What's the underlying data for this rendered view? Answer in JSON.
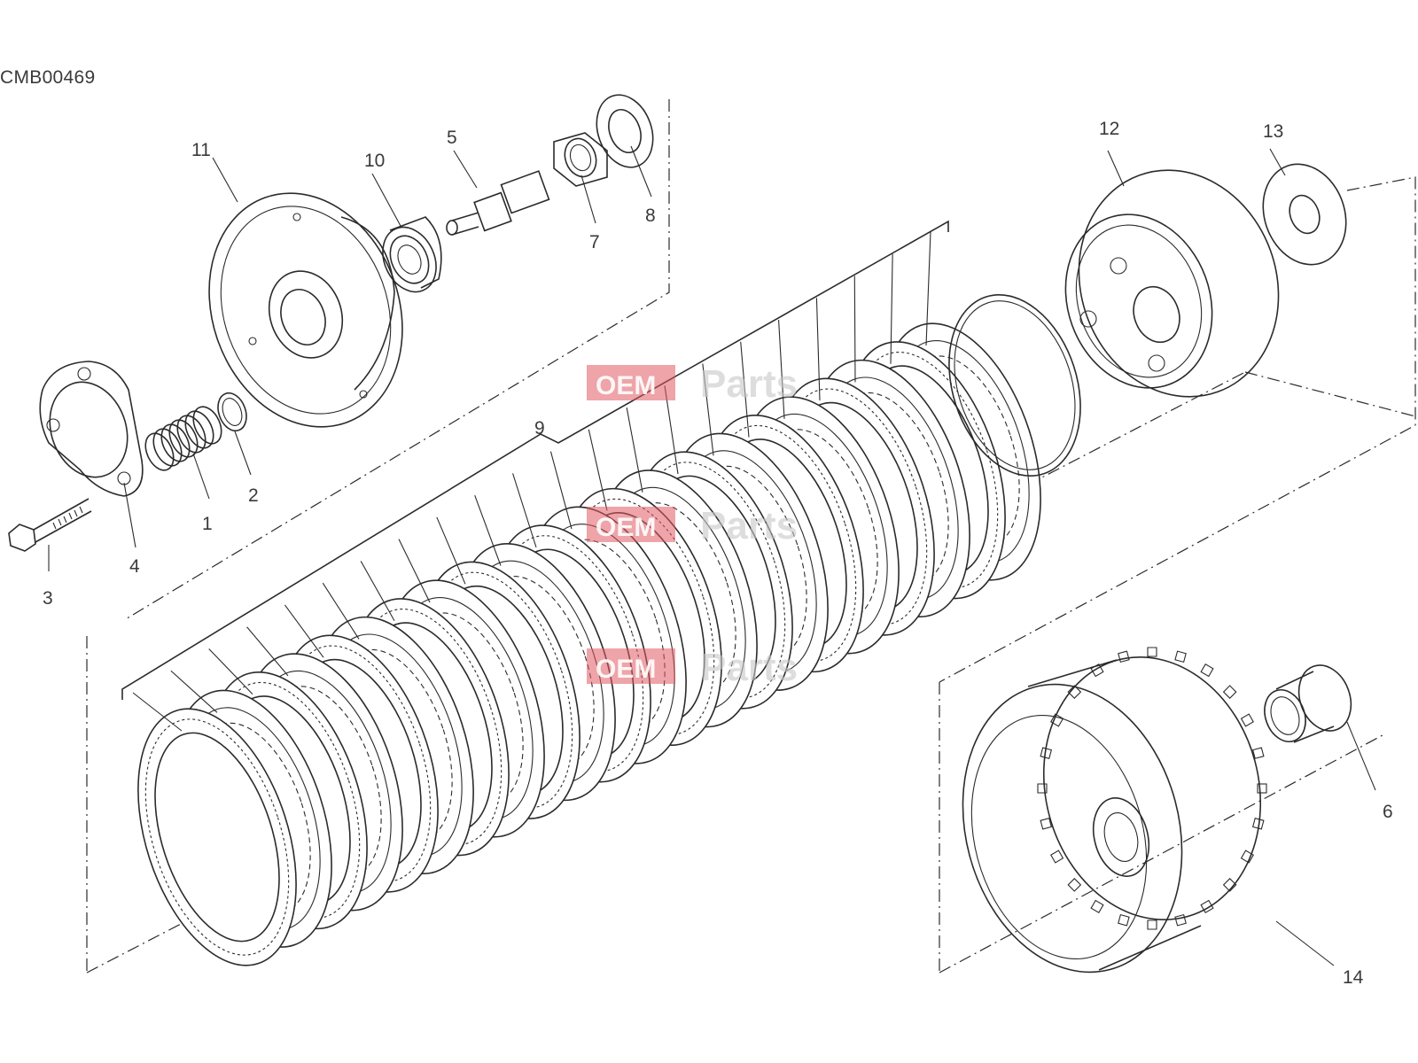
{
  "diagram": {
    "id_code": "CMB00469",
    "callouts": {
      "c1": "1",
      "c2": "2",
      "c3": "3",
      "c4": "4",
      "c5": "5",
      "c6": "6",
      "c7": "7",
      "c8": "8",
      "c9": "9",
      "c10": "10",
      "c11": "11",
      "c12": "12",
      "c13": "13",
      "c14": "14"
    },
    "watermark": {
      "left": "OEM",
      "right": "Parts"
    },
    "colors": {
      "line": "#2b2b2b",
      "label": "#3a3a3a",
      "watermark": "#e05a60"
    }
  }
}
